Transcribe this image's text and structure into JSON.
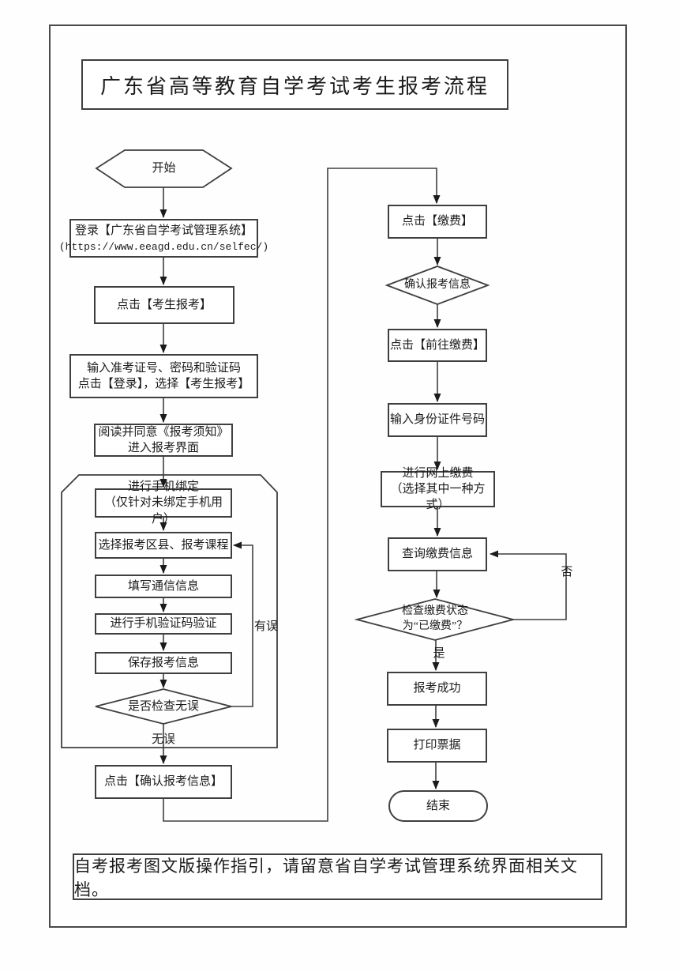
{
  "page": {
    "title": "广东省高等教育自学考试考生报考流程",
    "footer_note": "自考报考图文版操作指引，请留意省自学考试管理系统界面相关文档。"
  },
  "colors": {
    "line": "#3f3f3f",
    "text": "#1b1b1b",
    "background": "#fefefe"
  },
  "nodes": {
    "start": {
      "type": "hexagon",
      "label": "开始"
    },
    "login": {
      "type": "process",
      "label": "登录【广东省自学考试管理系统】",
      "url": "(https://www.eeagd.edu.cn/selfec/)"
    },
    "click_register": {
      "type": "process",
      "label": "点击【考生报考】"
    },
    "enter_credentials": {
      "type": "process",
      "label": "输入准考证号、密码和验证码\n点击【登录】，选择【考生报考】"
    },
    "read_notice": {
      "type": "process",
      "label": "阅读并同意《报考须知》\n进入报考界面"
    },
    "bind_phone": {
      "type": "process",
      "label": "进行手机绑定\n（仅针对未绑定手机用户）"
    },
    "select_courses": {
      "type": "process",
      "label": "选择报考区县、报考课程"
    },
    "fill_contact": {
      "type": "process",
      "label": "填写通信信息"
    },
    "verify_phone": {
      "type": "process",
      "label": "进行手机验证码验证"
    },
    "save_info": {
      "type": "process",
      "label": "保存报考信息"
    },
    "check_correct": {
      "type": "decision",
      "label": "是否检查无误"
    },
    "confirm_info": {
      "type": "process",
      "label": "点击【确认报考信息】"
    },
    "click_pay": {
      "type": "process",
      "label": "点击【缴费】"
    },
    "confirm_reg_info": {
      "type": "decision",
      "label": "确认报考信息"
    },
    "goto_pay": {
      "type": "process",
      "label": "点击【前往缴费】"
    },
    "enter_id": {
      "type": "process",
      "label": "输入身份证件号码"
    },
    "online_pay": {
      "type": "process",
      "label": "进行网上缴费\n（选择其中一种方式）"
    },
    "query_pay": {
      "type": "process",
      "label": "查询缴费信息"
    },
    "check_paid": {
      "type": "decision",
      "label": "检查缴费状态\n为“已缴费”？"
    },
    "reg_success": {
      "type": "process",
      "label": "报考成功"
    },
    "print_receipt": {
      "type": "process",
      "label": "打印票据"
    },
    "end": {
      "type": "terminal",
      "label": "结束"
    }
  },
  "edge_labels": {
    "has_error": "有误",
    "no_error": "无误",
    "yes": "是",
    "no": "否"
  }
}
